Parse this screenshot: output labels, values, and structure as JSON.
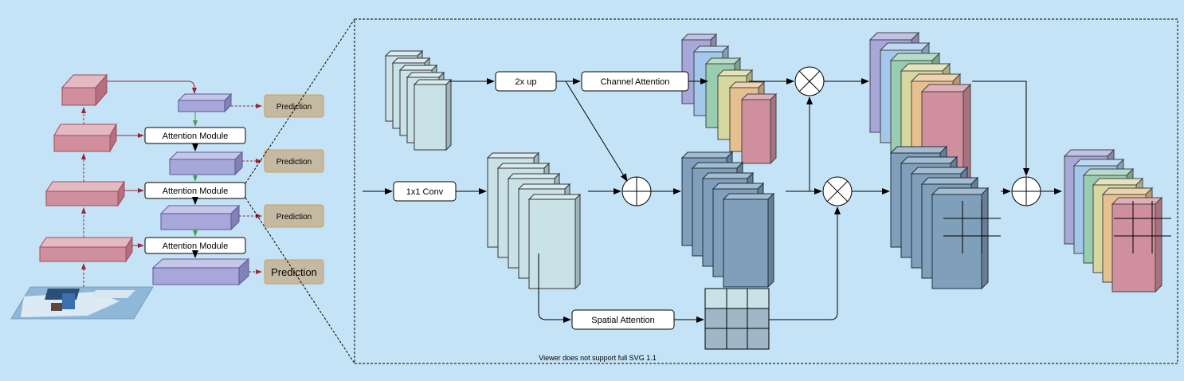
{
  "diagram": {
    "left": {
      "attention_modules": [
        "Attention Module",
        "Attention Module",
        "Attention Module"
      ],
      "predictions": [
        "Prediction",
        "Prediction",
        "Prediction",
        "Prediction"
      ]
    },
    "detail": {
      "upsample_label": "2x up",
      "channel_attention_label": "Channel Attention",
      "conv_label": "1x1 Conv",
      "spatial_attention_label": "Spatial Attention",
      "add_symbol": "⊕",
      "multiply_symbol": "⊗"
    },
    "footer_note": "Viewer does not support full SVG 1.1"
  },
  "colors": {
    "background": "#c5e3f6",
    "backbone_fill": "#cf8f9d",
    "backbone_stroke": "#a14a5c",
    "pyramid_fill": "#a7a7da",
    "pyramid_stroke": "#5a5a94",
    "prediction_fill": "#c6b9a1",
    "prediction_stroke": "#c8a05a",
    "input_cube_fill": "#c8e2e8",
    "feature_cube_fill": "#7f9fba",
    "feature_cube_stroke": "#1d2f3f",
    "skip_arrow": "#9b2438",
    "pyramid_arrow": "#45a04a"
  },
  "channel_palette": [
    "#a7a7da",
    "#a3c8ec",
    "#98cdb2",
    "#d7d89f",
    "#e7c08f",
    "#cf8f9d"
  ]
}
